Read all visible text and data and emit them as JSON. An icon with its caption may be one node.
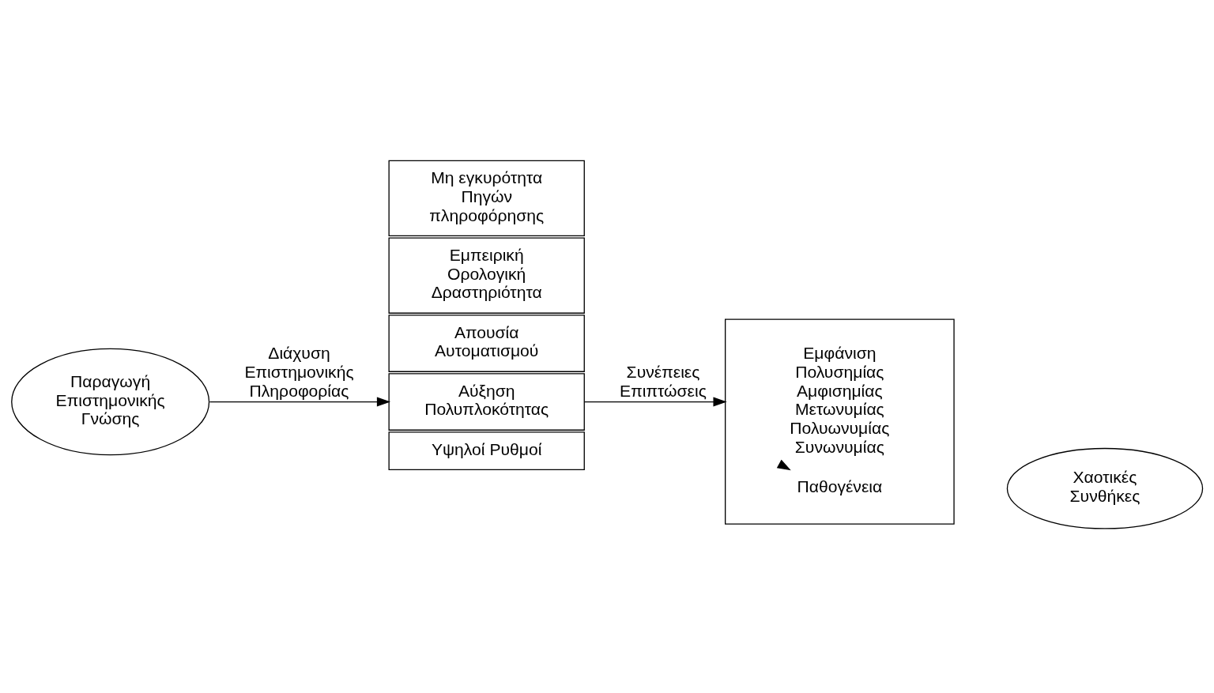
{
  "diagram": {
    "nodes": [
      {
        "text": [
          "Παραγωγή Επιστημονικής Γνώσης"
        ]
      },
      {
        "text": [
          "Υψηλοί Ρυθμοί"
        ]
      },
      {
        "text": [
          "Αύξηση Πολυπλοκότητας"
        ]
      },
      {
        "text": [
          "Απουσία Αυτοματισμού"
        ]
      },
      {
        "text": [
          "Εμπειρική Ορολογική Δραστηριότητα"
        ]
      },
      {
        "text": [
          "Μη εγκυρότητα Πηγών πληροφόρησης"
        ]
      },
      {
        "text": [],
        "shape": "box"
      },
      {
        "text": [
          "Εμφάνιση Πολυσημίας Αμφισημίας Μετωνυμίας Πολυωνυμίας Συνωνυμίας"
        ],
        "in": 6
      },
      {
        "text": [
          "Παθογένεια"
        ],
        "in": 6
      },
      {
        "text": [
          "Χαοτικές Συνθήκες"
        ]
      }
    ],
    "edges": [
      {
        "from": 0,
        "to": 2,
        "arrow": "to",
        "label": "Διάχυση Επιστημονικής Πληροφορίας"
      },
      {
        "from": 2,
        "to": 6,
        "arrow": "to",
        "label": "Συνέπειες Επιπτώσεις"
      },
      {
        "from": 7,
        "to": 8,
        "arrow": "to"
      }
    ]
  }
}
